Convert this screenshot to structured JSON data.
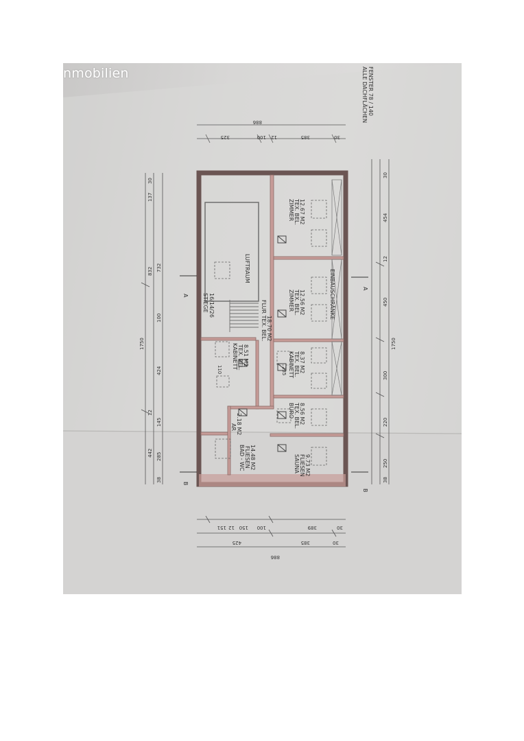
{
  "watermark": "nmobilien",
  "note": {
    "line1": "ALLE DACHFLÄCHEN",
    "line2": "FENSTER 78 / 140"
  },
  "rooms": {
    "luftraum": "LUFTRAUM",
    "stiege": "STIEGE",
    "stiege_dims": "16/14/26",
    "kabinett1": {
      "name": "KABINETT",
      "finish": "TEX. BEL.",
      "area": "8.51 M2"
    },
    "flur": {
      "name": "FLUR TEX. BEL.",
      "area": "18.70 M2"
    },
    "ar": {
      "name": "AR",
      "area": "2.18 M2"
    },
    "bad": {
      "name": "BAD - WC",
      "finish": "FLIESEN",
      "area": "14.48 M2"
    },
    "zimmer1": {
      "name": "ZIMMER",
      "finish": "TEX. BEL.",
      "area": "12.67 M2"
    },
    "zimmer2": {
      "name": "ZIMMER",
      "finish": "TEX. BEL.",
      "area": "12.56 M2"
    },
    "kabinett2": {
      "name": "KABINETT",
      "finish": "TEX. BEL.",
      "area": "8.37 M2"
    },
    "buro": {
      "name": "BÜRO",
      "finish": "TEX. BEL.",
      "area": "8.56 M2"
    },
    "sauna": {
      "name": "SAUNA",
      "finish": "FLIESEN",
      "area": "9.73 M2"
    },
    "einbau": "EINBAUSCHRÄNKE"
  },
  "section_marks": {
    "a": "A",
    "b": "B"
  },
  "dims": {
    "top_total": "886",
    "top_a": "325",
    "top_b": "100",
    "top_c": "12",
    "top_d": "385",
    "top_e": "30",
    "bottom_total": "886",
    "bottom_a": "425",
    "bottom_b": "385",
    "bottom_c": "30",
    "bottom_d": "151",
    "bottom_e": "12",
    "bottom_f": "150",
    "bottom_g": "100",
    "bottom_h": "389",
    "bottom_i": "30",
    "left_total": "1750",
    "left_a": "442",
    "left_b": "12",
    "left_c": "832",
    "left_d": "137",
    "left_e": "30",
    "left_f": "38",
    "left_g": "285",
    "left_h": "145",
    "left_i": "424",
    "left_j": "100",
    "left_k": "732",
    "right_total": "1750",
    "right_a": "38",
    "right_b": "250",
    "right_c": "220",
    "right_d": "300",
    "right_e": "450",
    "right_f": "454",
    "right_g": "30",
    "right_h": "12",
    "d110": "110",
    "d235": "235"
  }
}
